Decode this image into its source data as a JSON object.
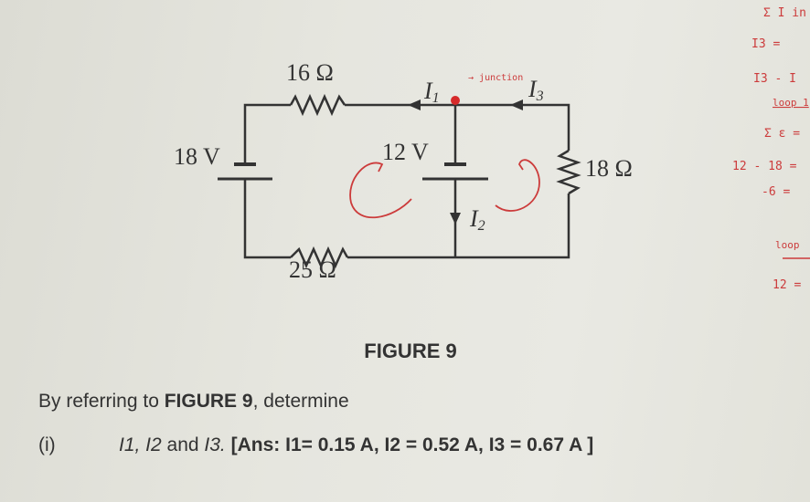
{
  "figure": {
    "title": "FIGURE 9",
    "components": {
      "battery_left": "18 V",
      "battery_middle": "12 V",
      "resistor_top": "16 Ω",
      "resistor_bottom": "25 Ω",
      "resistor_right": "18 Ω"
    },
    "currents": {
      "i1": "I",
      "i1_sub": "1",
      "i2": "I",
      "i2_sub": "2",
      "i3": "I",
      "i3_sub": "3"
    },
    "annotation": "junction",
    "colors": {
      "ink": "#333333",
      "handwriting": "#cc3b3b"
    }
  },
  "question": {
    "intro_prefix": "By referring to ",
    "intro_bold": "FIGURE 9",
    "intro_suffix": ", determine",
    "part_label": "(i)",
    "part_vars": "I1, I2",
    "part_and": " and ",
    "part_var3": "I3.",
    "answer": "[Ans: I1= 0.15 A, I2 = 0.52 A, I3 = 0.67 A ]"
  },
  "margin_notes": [
    "Σ I in =",
    "I3 =",
    "I3 - I",
    "loop 1",
    "Σ ε =",
    "12 - 18 =",
    "-6 =",
    "loop",
    "12 ="
  ]
}
